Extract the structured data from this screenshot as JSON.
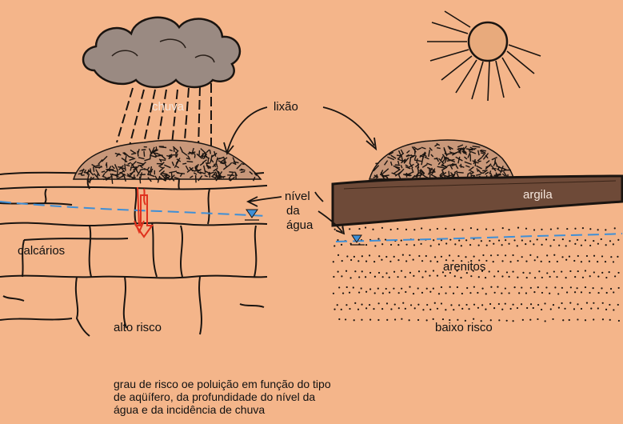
{
  "labels": {
    "rain": "chuva",
    "dump": "lixão",
    "water_level": [
      "nível",
      "da",
      "água"
    ],
    "limestone": "calcários",
    "clay": "argila",
    "sandstone": "arenitos",
    "high_risk": "alto risco",
    "low_risk": "baixo risco"
  },
  "caption": [
    "grau de risco oe poluição em função do tipo",
    "de aqüífero, da profundidade do nível da",
    "água e da incidência de chuva"
  ],
  "colors": {
    "background": "#f4b58a",
    "ink": "#1a1410",
    "water_line": "#3f8fd6",
    "arrow": "#e0321e",
    "clay_fill": "#6e4a38",
    "sun_fill": "#e8aa7c",
    "cloud_fill": "#9a8a82"
  }
}
